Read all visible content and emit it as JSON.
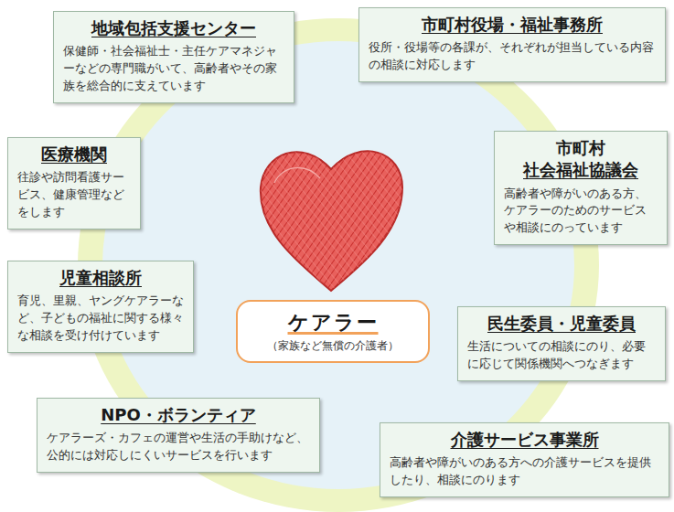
{
  "diagram": {
    "nodes": [
      {
        "text": [
          "地域包括支援センター",
          "保健師・社会福祉士・主任ケアマネジャーなどの専門職がいて、高齢者やその家族を総合的に支えています"
        ]
      },
      {
        "text": [
          "市町村役場・福祉事務所",
          "役所・役場等の各課が、それぞれが担当している内容の相談に対応します"
        ]
      },
      {
        "text": [
          "医療機関",
          "往診や訪問看護サービス、健康管理などをします"
        ]
      },
      {
        "text": [
          "市町村 社会福祉協議会",
          "高齢者や障がいのある方、ケアラーのためのサービスや相談にのっています"
        ]
      },
      {
        "text": [
          "児童相談所",
          "育児、里親、ヤングケアラーなど、子どもの福祉に関する様々な相談を受け付けています"
        ]
      },
      {
        "text": [
          "ケアラー",
          "（家族など無償の介護者）"
        ]
      },
      {
        "text": [
          "民生委員・児童委員",
          "生活についての相談にのり、必要に応じて関係機関へつなぎます"
        ]
      },
      {
        "text": [
          "NPO・ボランティア",
          "ケアラーズ・カフェの運営や生活の手助けなど、公的には対応しにくいサービスを行います"
        ]
      },
      {
        "text": [
          "介護サービス事業所",
          "高齢者や障がいのある方への介護サービスを提供したり、相談にのります"
        ]
      }
    ]
  }
}
